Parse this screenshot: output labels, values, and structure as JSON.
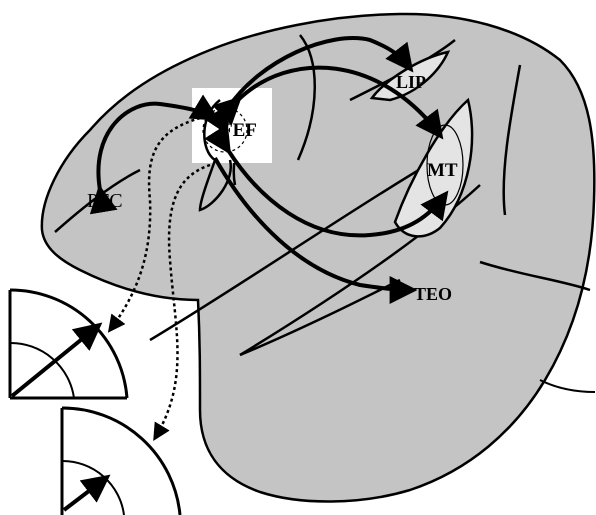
{
  "labels": {
    "pfc": "PFC",
    "fef": "FEF",
    "lip": "LIP",
    "mt": "MT",
    "teo": "TEO"
  },
  "colors": {
    "cortex": "#c4c4c4",
    "area_highlight": "#e4e4e4",
    "stroke": "#000000",
    "background": "#ffffff"
  }
}
